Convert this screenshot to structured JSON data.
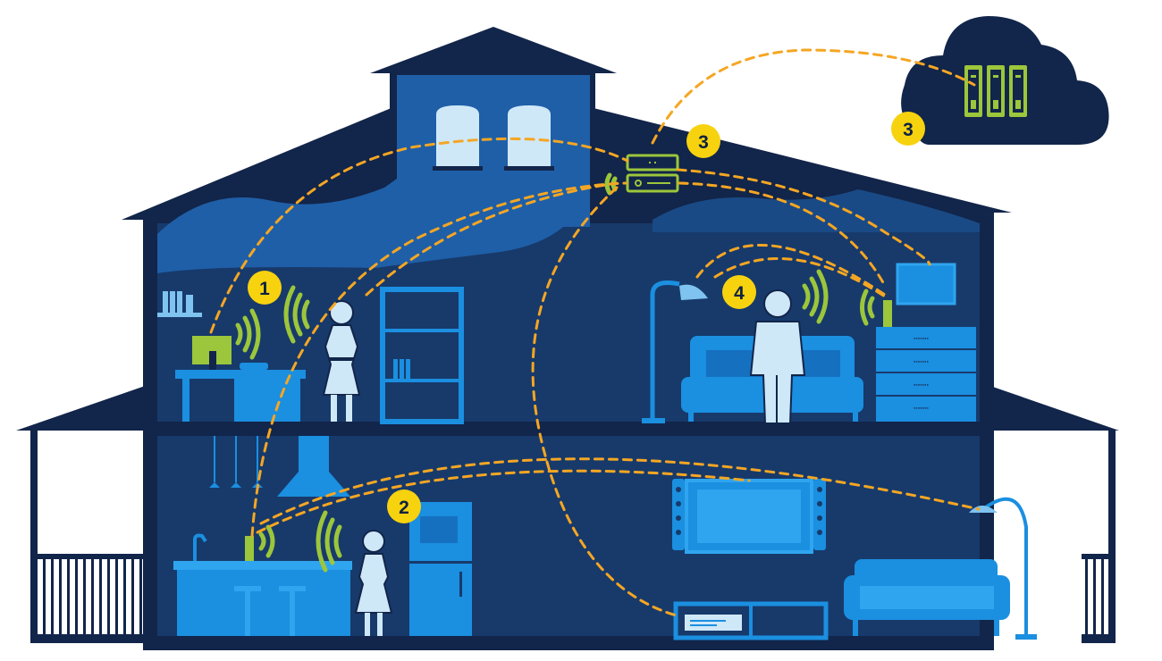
{
  "colors": {
    "navy": "#12254a",
    "dark_blue": "#173a6b",
    "mid_blue": "#1f5fa8",
    "bright_blue": "#1b8fe0",
    "light_blue": "#7fc3f0",
    "pale_blue": "#cfe8f8",
    "lime": "#9cc63b",
    "yellow": "#f7d20f",
    "orange_dash": "#f5a623",
    "white": "#ffffff"
  },
  "badges": [
    {
      "id": "1",
      "label": "1"
    },
    {
      "id": "2",
      "label": "2"
    },
    {
      "id": "3a",
      "label": "3"
    },
    {
      "id": "3b",
      "label": "3"
    },
    {
      "id": "4",
      "label": "4"
    }
  ],
  "icons": {
    "cloud": "cloud-icon",
    "server": "server-rack-icon",
    "router": "router-icon",
    "wifi": "wifi-signal-icon",
    "monitor": "monitor-icon",
    "person": "person-icon",
    "lamp": "floor-lamp-icon",
    "tv": "television-icon",
    "sofa": "sofa-icon",
    "fridge": "refrigerator-icon"
  }
}
